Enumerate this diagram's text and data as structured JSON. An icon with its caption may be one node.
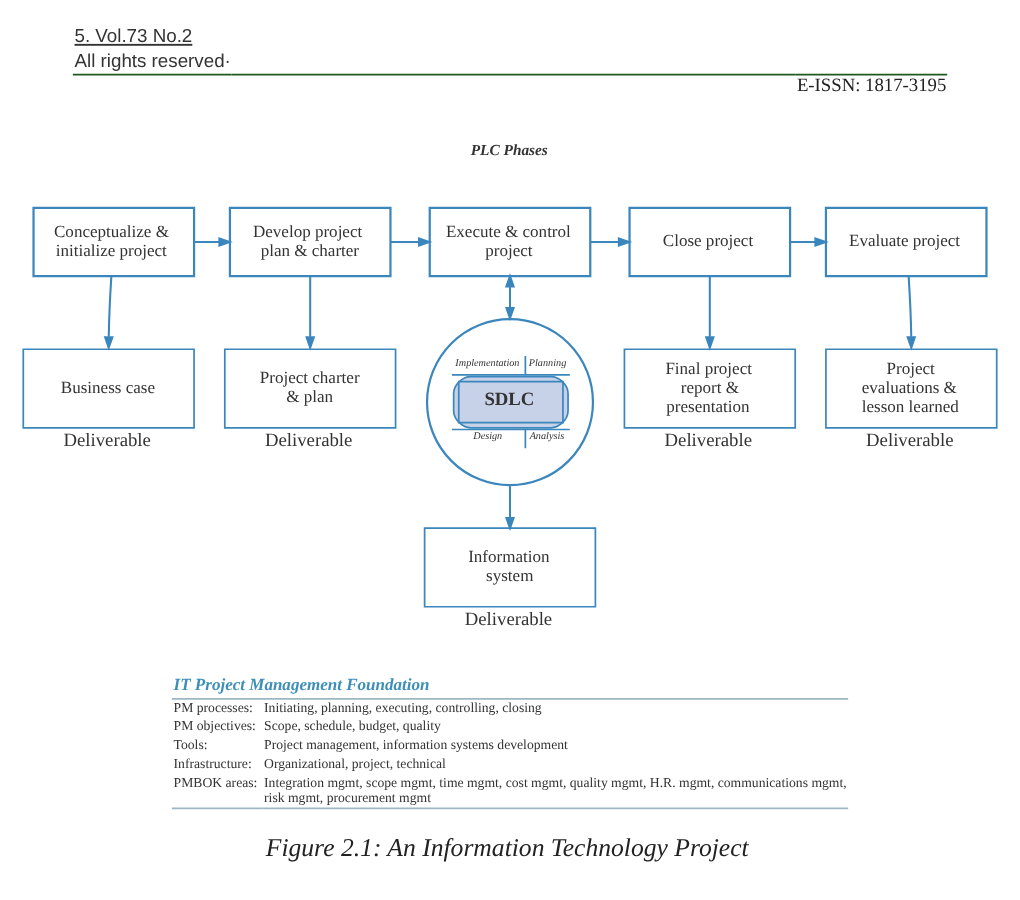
{
  "diagram": {
    "caption": "Figure 2.1: An Information Technology Project",
    "nodes": [
      {
        "text": [
          "Conceptualize & initialize project"
        ]
      },
      {
        "text": [
          "Develop project plan & charter"
        ]
      },
      {
        "text": [
          "Execute & control project"
        ]
      },
      {
        "text": [
          "Close project"
        ]
      },
      {
        "text": [
          "Evaluate project"
        ]
      },
      {
        "text": [
          "Business case"
        ],
        "beside": [
          "Deliverable"
        ]
      },
      {
        "text": [
          "Project charter & plan"
        ],
        "beside": [
          "Deliverable"
        ]
      },
      {
        "text": [
          "SDLC",
          "Implementation",
          "Planning",
          "Analysis",
          "Design"
        ]
      },
      {
        "text": [
          "Final project report & presentation"
        ],
        "beside": [
          "Deliverable"
        ]
      },
      {
        "text": [
          "Project evaluations & lesson learned"
        ],
        "beside": [
          "Deliverable"
        ]
      },
      {
        "text": [
          "Information system"
        ],
        "beside": [
          "Deliverable"
        ]
      }
    ],
    "edges": [
      {
        "from": 0,
        "to": 1,
        "arrow": "to"
      },
      {
        "from": 1,
        "to": 2,
        "arrow": "to"
      },
      {
        "from": 2,
        "to": 3,
        "arrow": "to"
      },
      {
        "from": 3,
        "to": 4,
        "arrow": "to"
      },
      {
        "from": 0,
        "to": 5,
        "arrow": "to"
      },
      {
        "from": 1,
        "to": 6,
        "arrow": "to"
      },
      {
        "from": 2,
        "to": 7,
        "arrow": "both"
      },
      {
        "from": 3,
        "to": 8,
        "arrow": "to"
      },
      {
        "from": 4,
        "to": 9,
        "arrow": "to"
      },
      {
        "from": 7,
        "to": 10,
        "arrow": "to"
      }
    ],
    "labels": [
      "5. Vol.73 No.2",
      "All rights reserved·",
      "E-ISSN: 1817-3195",
      "PLC Phases",
      "IT Project Management Foundation",
      "PM processes:",
      "Initiating, planning, executing, controlling, closing",
      "PM objectives:",
      "Scope, schedule, budget, quality",
      "Tools:",
      "Project management, information systems development",
      "Infrastructure:",
      "Organizational, project, technical",
      "PMBOK areas:",
      "Integration mgmt, scope mgmt, time mgmt, cost mgmt, quality mgmt, H.R. mgmt, communications mgmt, risk mgmt, procurement mgmt"
    ]
  }
}
